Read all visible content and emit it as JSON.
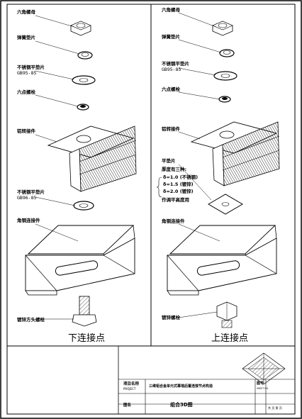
{
  "left": {
    "caption": "下连接点",
    "labels": {
      "hex_nut": "六角螺母",
      "spring_washer": "弹簧垫片",
      "ss_washer": "不锈钢平垫片",
      "ss_washer_code": "GB95-85",
      "nut_small": "六点螺栓",
      "alu_bracket": "铝转接件",
      "ss_washer2": "不锈钢平垫片",
      "ss_washer2_code": "GB96-85",
      "angle_bracket": "角钢连接件",
      "bolt": "镀锌方头螺栓"
    }
  },
  "right": {
    "caption": "上连接点",
    "labels": {
      "hex_nut": "六角螺母",
      "spring_washer": "弹簧垫片",
      "ss_washer": "不锈钢平垫片",
      "ss_washer_code": "GB95-85",
      "nut_small": "六点螺栓",
      "alu_bracket": "铝转接件",
      "flat_washer": "平垫片",
      "thickness_title": "厚度有三种:",
      "thickness_1": "δ=1.0 (不锈钢)",
      "thickness_2": "δ=1.5 (镀锌)",
      "thickness_3": "δ=2.0 (镀锌)",
      "thickness_note": "作调平高度用",
      "angle_bracket": "角钢连接件",
      "bolt": "镀锌螺栓"
    }
  },
  "title_block": {
    "project_label": "项目名称",
    "project_label_en": "PROJECT",
    "drawing_title": "三维铝合金单元式幕墙后置连接节点构造",
    "drawing_no_label": "图号",
    "drawing_no_label_en": "SHEET NO.",
    "name_label": "图名",
    "drawing_name": "组合3D图",
    "sheet_no": "共 页 第 页"
  }
}
